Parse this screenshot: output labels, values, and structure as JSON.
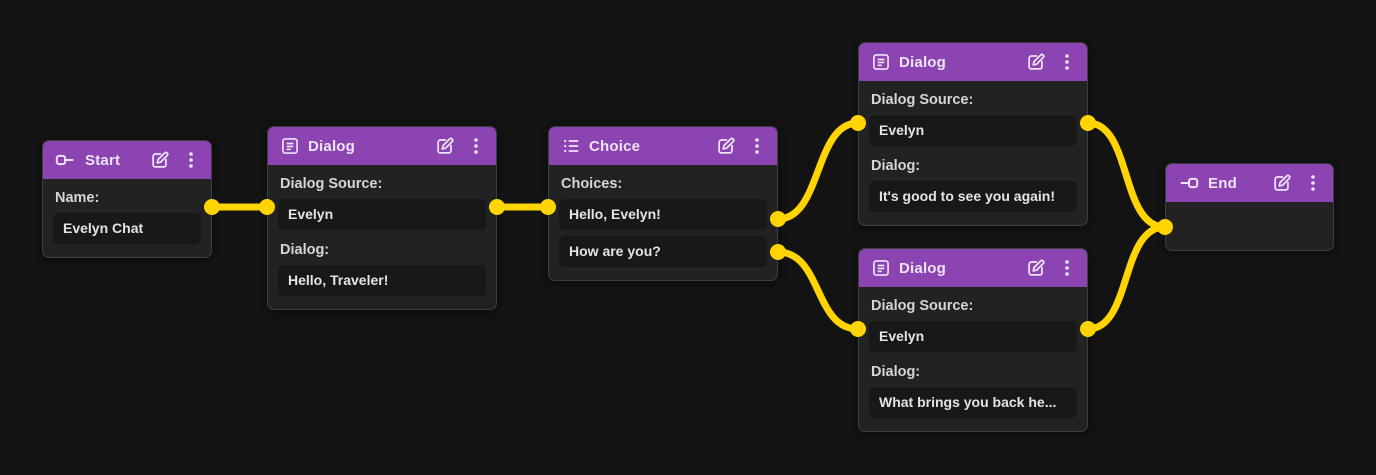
{
  "canvas": {
    "background_color": "#131313",
    "wire_color": "#ffd400",
    "header_color": "#8b44b2"
  },
  "nodes": {
    "start": {
      "title": "Start",
      "icon": "start-port-icon",
      "fields": [
        {
          "label": "Name:",
          "value": "Evelyn Chat"
        }
      ]
    },
    "dialog1": {
      "title": "Dialog",
      "icon": "dialog-icon",
      "fields": [
        {
          "label": "Dialog Source:",
          "value": "Evelyn"
        },
        {
          "label": "Dialog:",
          "value": "Hello, Traveler!"
        }
      ]
    },
    "choice": {
      "title": "Choice",
      "icon": "choice-list-icon",
      "label": "Choices:",
      "options": [
        "Hello, Evelyn!",
        "How are you?"
      ]
    },
    "dialog2": {
      "title": "Dialog",
      "icon": "dialog-icon",
      "fields": [
        {
          "label": "Dialog Source:",
          "value": "Evelyn"
        },
        {
          "label": "Dialog:",
          "value": "It's good to see you again!"
        }
      ]
    },
    "dialog3": {
      "title": "Dialog",
      "icon": "dialog-icon",
      "fields": [
        {
          "label": "Dialog Source:",
          "value": "Evelyn"
        },
        {
          "label": "Dialog:",
          "value": "What brings you back he..."
        }
      ]
    },
    "end": {
      "title": "End",
      "icon": "end-port-icon"
    }
  },
  "header_actions": {
    "edit_icon": "edit-icon",
    "menu_icon": "kebab-menu-icon"
  }
}
